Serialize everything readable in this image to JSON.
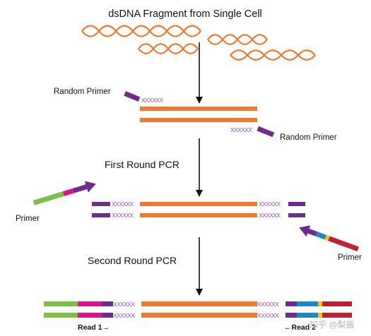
{
  "title": "dsDNA Fragment from Single Cell",
  "random_primer_top": "Random Primer",
  "random_primer_bottom": "Random Primer",
  "first_round": "First Round PCR",
  "second_round": "Second Round PCR",
  "primer_left": "Primer",
  "primer_right": "Primer",
  "read1": "Read 1→",
  "read2": "←Read 2",
  "watermark": "知乎 @梨酱",
  "colors": {
    "dna": "#f0792f",
    "primer_purple": "#6b2e8c",
    "random_x": "#8a55b0",
    "green": "#7ac143",
    "magenta": "#e0118a",
    "blue": "#1e88c7",
    "yellow": "#f2c21b",
    "red": "#c21f35",
    "arrow": "#111111"
  },
  "icons": [
    "down-arrow-icon",
    "primer-arrow-icon"
  ]
}
